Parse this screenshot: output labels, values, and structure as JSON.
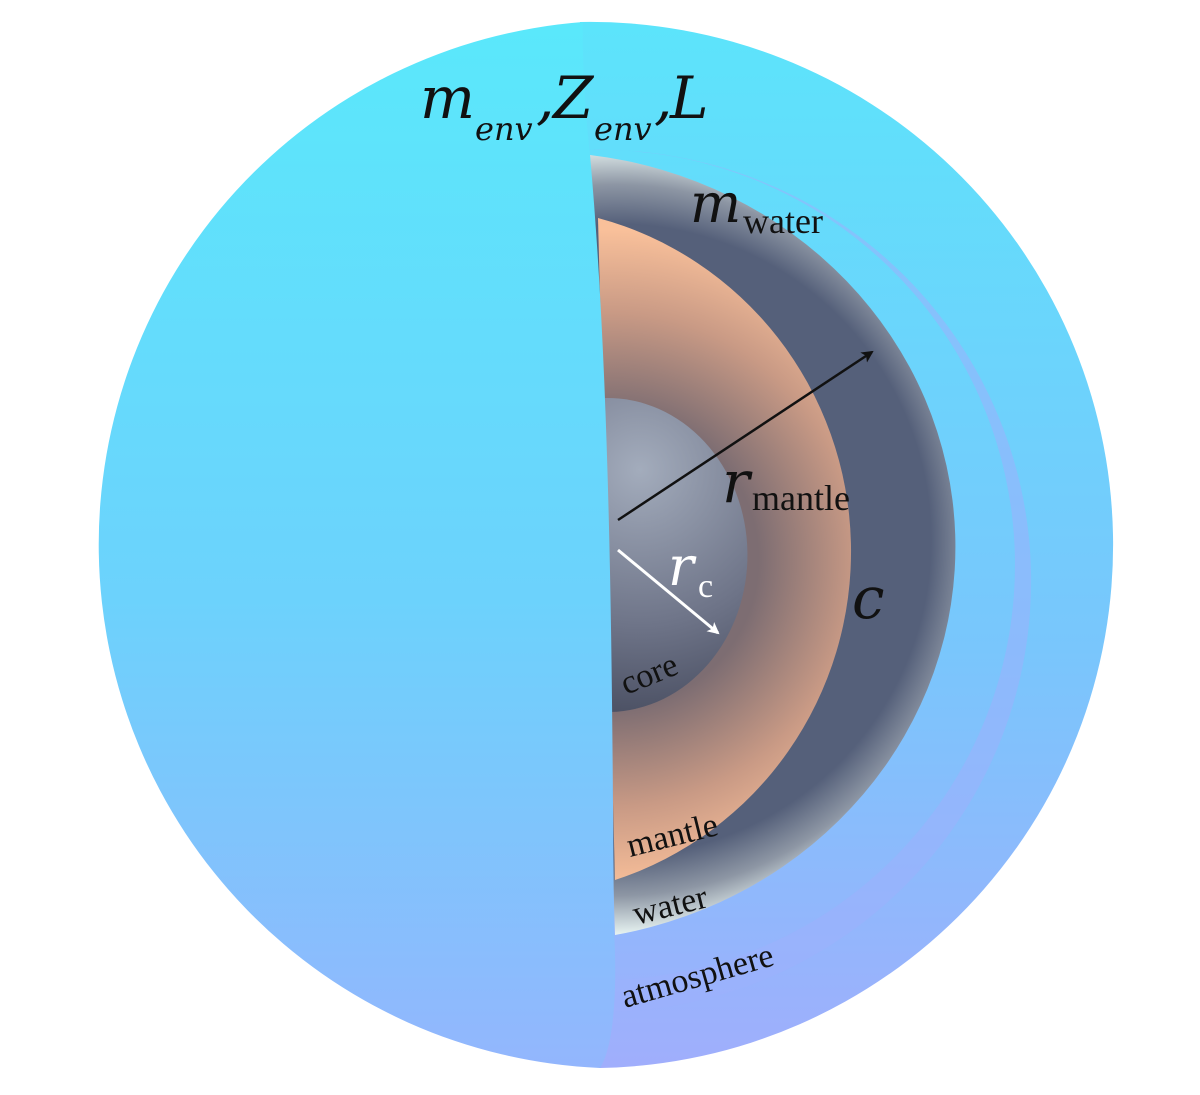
{
  "diagram": {
    "labels": {
      "envelope": {
        "m": "m",
        "m_sub": "env",
        "comma1": ",",
        "Z": "Z",
        "Z_sub": "env",
        "comma2": ",",
        "L": "L"
      },
      "water_mass": {
        "m": "m",
        "sub": "water"
      },
      "mantle_radius": {
        "r": "r",
        "sub": "mantle"
      },
      "core_radius": {
        "r": "r",
        "sub": "c"
      },
      "c_symbol": "c",
      "layer_names": {
        "core": "core",
        "mantle": "mantle",
        "water": "water",
        "atmosphere": "atmosphere"
      }
    },
    "colors": {
      "envelope_top": "#5ae8fb",
      "envelope_bottom": "#8fbdfd",
      "atmosphere_band": "#9bb4fc",
      "water_light": "#e4f2f2",
      "water_dark": "#5c6475",
      "mantle_light": "#f7bd95",
      "mantle_dark": "#8a7370",
      "core_light": "#9aa4b6",
      "core_dark": "#4e5468",
      "arrow_black": "#111111",
      "arrow_white": "#ffffff"
    }
  }
}
